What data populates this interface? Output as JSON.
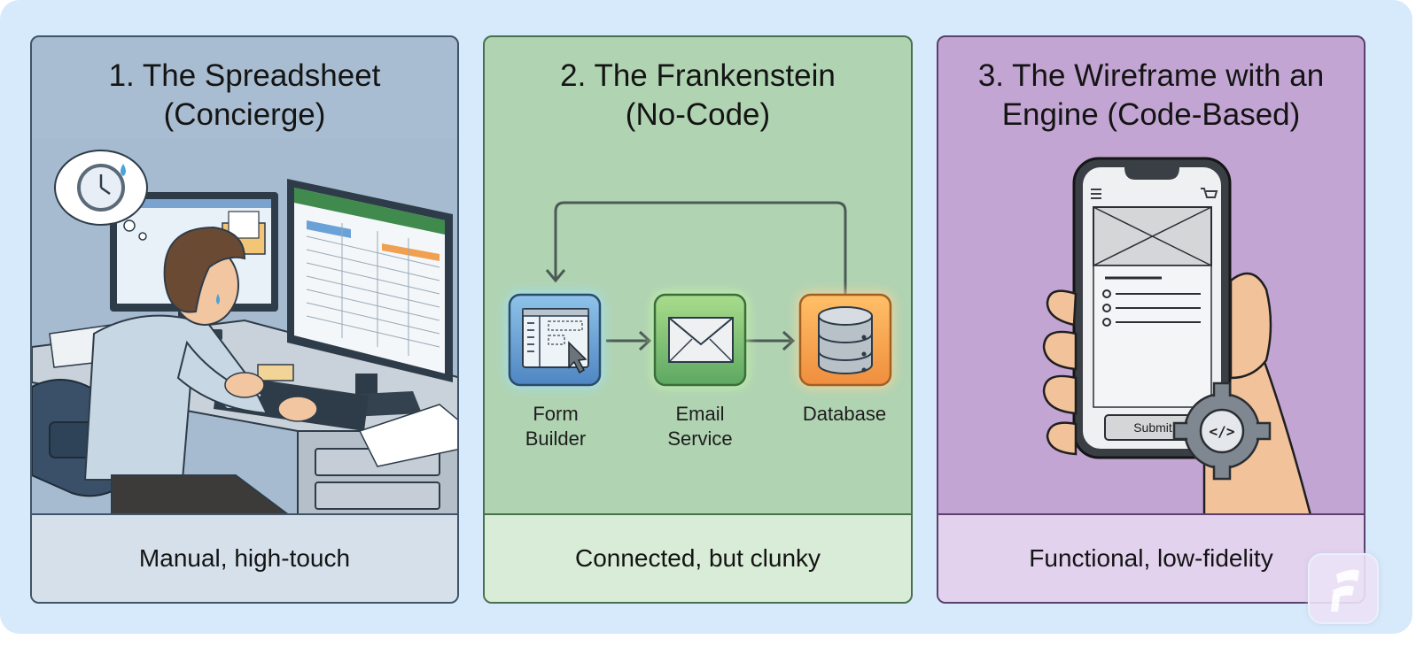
{
  "panels": [
    {
      "title": "1. The Spreadsheet\n(Concierge)",
      "footer": "Manual, high-touch",
      "illustration": "person-at-desk-with-spreadsheet-and-email",
      "colors": {
        "bg": "#a8bdd1",
        "footer_bg": "#d5e0ea",
        "border": "#3f5468"
      }
    },
    {
      "title": "2. The Frankenstein\n(No-Code)",
      "footer": "Connected, but clunky",
      "illustration": "tool-chain-flow",
      "flow": {
        "nodes": [
          {
            "label": "Form\nBuilder",
            "icon": "form-builder-icon",
            "color": "#5c9bd5"
          },
          {
            "label": "Email\nService",
            "icon": "envelope-icon",
            "color": "#6fbf73"
          },
          {
            "label": "Database",
            "icon": "database-icon",
            "color": "#f0a050"
          }
        ],
        "edges": [
          {
            "from": "Form Builder",
            "to": "Email Service"
          },
          {
            "from": "Email Service",
            "to": "Database"
          },
          {
            "from": "Database",
            "to": "Form Builder"
          }
        ]
      },
      "colors": {
        "bg": "#b0d3b2",
        "footer_bg": "#d8ecd7",
        "border": "#46714c"
      }
    },
    {
      "title": "3. The Wireframe with an\nEngine (Code-Based)",
      "footer": "Functional, low-fidelity",
      "illustration": "hand-holding-phone-wireframe",
      "phone": {
        "button_label": "Submit"
      },
      "colors": {
        "bg": "#c3a5d3",
        "footer_bg": "#e2d2ee",
        "border": "#5b3f6f"
      }
    }
  ],
  "colors": {
    "page_bg": "#d6eafb"
  }
}
